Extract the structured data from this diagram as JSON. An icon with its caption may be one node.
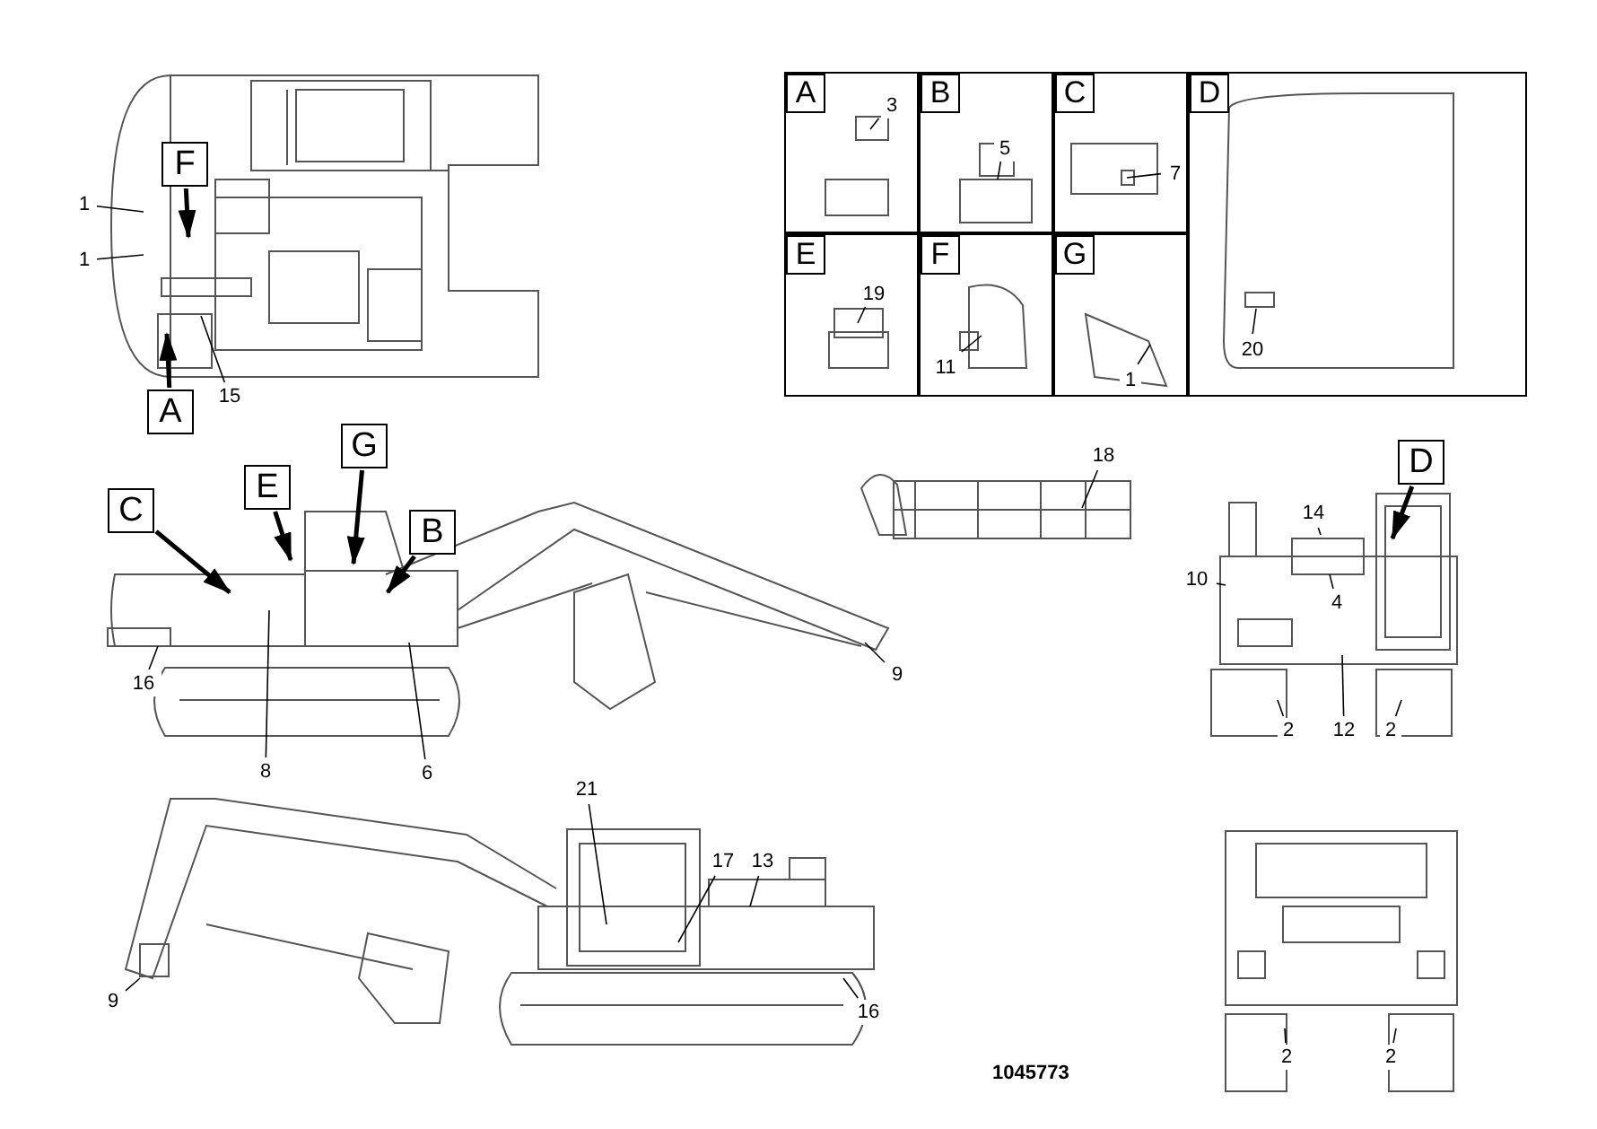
{
  "diagram": {
    "nodes": [
      {
        "text": [
          "A"
        ]
      },
      {
        "text": [
          "B"
        ]
      },
      {
        "text": [
          "C"
        ]
      },
      {
        "text": [
          "D"
        ]
      },
      {
        "text": [
          "E"
        ]
      },
      {
        "text": [
          "F"
        ]
      },
      {
        "text": [
          "G"
        ]
      },
      {
        "text": [
          "3"
        ],
        "in": 0
      },
      {
        "text": [
          "5"
        ],
        "in": 1
      },
      {
        "text": [
          "7"
        ],
        "in": 2
      },
      {
        "text": [
          "20"
        ],
        "in": 3
      },
      {
        "text": [
          "19"
        ],
        "in": 4
      },
      {
        "text": [
          "11"
        ],
        "in": 5
      },
      {
        "text": [
          "1"
        ],
        "in": 6
      },
      {
        "text": [
          "F"
        ]
      },
      {
        "text": [
          "1"
        ]
      },
      {
        "text": [
          "1"
        ]
      },
      {
        "text": [
          "A"
        ]
      },
      {
        "text": [
          "15"
        ]
      },
      {
        "text": [
          "C"
        ]
      },
      {
        "text": [
          "E"
        ]
      },
      {
        "text": [
          "G"
        ]
      },
      {
        "text": [
          "B"
        ]
      },
      {
        "text": [
          "16"
        ]
      },
      {
        "text": [
          "8"
        ]
      },
      {
        "text": [
          "6"
        ]
      },
      {
        "text": [
          "9"
        ]
      },
      {
        "text": [
          "18"
        ]
      },
      {
        "text": [
          "D"
        ]
      },
      {
        "text": [
          "14"
        ]
      },
      {
        "text": [
          "10"
        ]
      },
      {
        "text": [
          "4"
        ]
      },
      {
        "text": [
          "2"
        ]
      },
      {
        "text": [
          "12"
        ]
      },
      {
        "text": [
          "2"
        ]
      },
      {
        "text": [
          "21"
        ]
      },
      {
        "text": [
          "17"
        ]
      },
      {
        "text": [
          "13"
        ]
      },
      {
        "text": [
          "9"
        ]
      },
      {
        "text": [
          "16"
        ]
      },
      {
        "text": [
          "2"
        ]
      },
      {
        "text": [
          "2"
        ]
      }
    ],
    "edges": [
      {
        "from": 7,
        "to": null,
        "arrow": "none"
      },
      {
        "from": 8,
        "to": null,
        "arrow": "none"
      },
      {
        "from": 9,
        "to": null,
        "arrow": "none"
      },
      {
        "from": 10,
        "to": null,
        "arrow": "none"
      },
      {
        "from": 11,
        "to": null,
        "arrow": "none"
      },
      {
        "from": 12,
        "to": null,
        "arrow": "none"
      },
      {
        "from": 13,
        "to": null,
        "arrow": "none"
      },
      {
        "from": 14,
        "to": null,
        "arrow": "to",
        "style": "thick"
      },
      {
        "from": 15,
        "to": null,
        "arrow": "none"
      },
      {
        "from": 16,
        "to": null,
        "arrow": "none"
      },
      {
        "from": 17,
        "to": null,
        "arrow": "to",
        "style": "thick"
      },
      {
        "from": 18,
        "to": null,
        "arrow": "none"
      },
      {
        "from": 19,
        "to": null,
        "arrow": "to",
        "style": "thick"
      },
      {
        "from": 20,
        "to": null,
        "arrow": "to",
        "style": "thick"
      },
      {
        "from": 21,
        "to": null,
        "arrow": "to",
        "style": "thick"
      },
      {
        "from": 22,
        "to": null,
        "arrow": "to",
        "style": "thick"
      },
      {
        "from": 23,
        "to": null,
        "arrow": "none"
      },
      {
        "from": 24,
        "to": null,
        "arrow": "none"
      },
      {
        "from": 25,
        "to": null,
        "arrow": "none"
      },
      {
        "from": 26,
        "to": null,
        "arrow": "none"
      },
      {
        "from": 27,
        "to": null,
        "arrow": "none"
      },
      {
        "from": 28,
        "to": null,
        "arrow": "to",
        "style": "thick"
      },
      {
        "from": 29,
        "to": null,
        "arrow": "none"
      },
      {
        "from": 30,
        "to": null,
        "arrow": "none"
      },
      {
        "from": 31,
        "to": null,
        "arrow": "none"
      },
      {
        "from": 32,
        "to": null,
        "arrow": "none"
      },
      {
        "from": 33,
        "to": null,
        "arrow": "none"
      },
      {
        "from": 34,
        "to": null,
        "arrow": "none"
      },
      {
        "from": 35,
        "to": null,
        "arrow": "none"
      },
      {
        "from": 36,
        "to": null,
        "arrow": "none"
      },
      {
        "from": 37,
        "to": null,
        "arrow": "none"
      },
      {
        "from": 38,
        "to": null,
        "arrow": "none"
      },
      {
        "from": 39,
        "to": null,
        "arrow": "none"
      },
      {
        "from": 40,
        "to": null,
        "arrow": "none"
      },
      {
        "from": 41,
        "to": null,
        "arrow": "none"
      }
    ],
    "labels": [
      "1045773"
    ]
  }
}
